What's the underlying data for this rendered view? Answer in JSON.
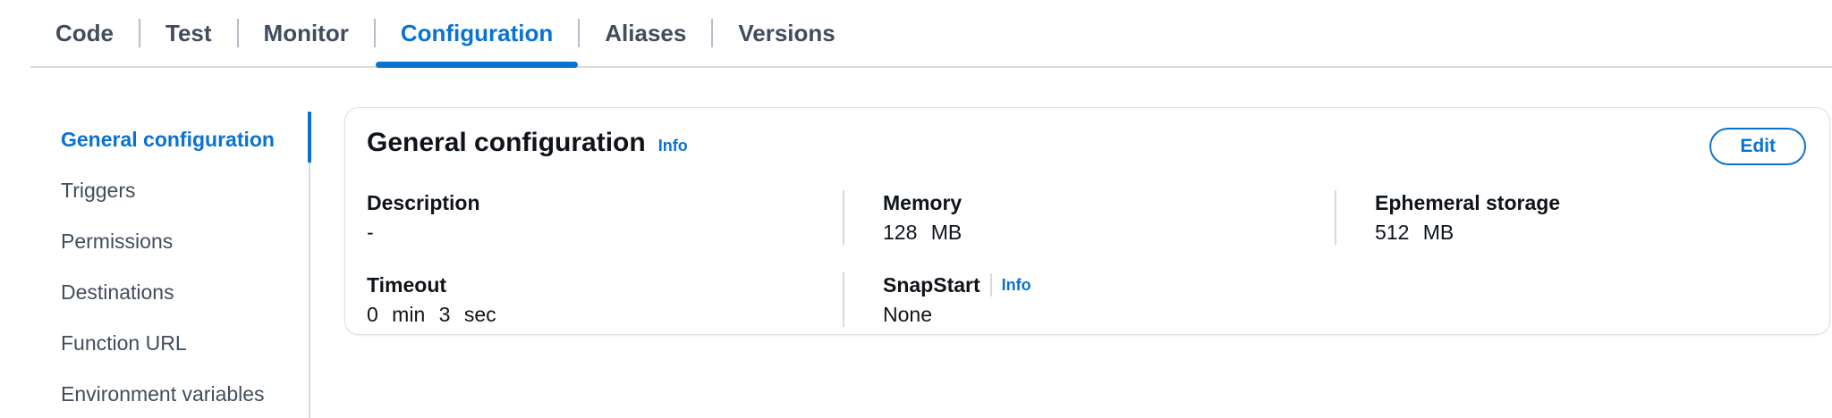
{
  "colors": {
    "accent": "#0972d3",
    "text-dark": "#0f141a",
    "text-secondary": "#414d5c",
    "border-light": "#d5dbdb"
  },
  "tabs": {
    "items": [
      {
        "label": "Code",
        "active": false
      },
      {
        "label": "Test",
        "active": false
      },
      {
        "label": "Monitor",
        "active": false
      },
      {
        "label": "Configuration",
        "active": true
      },
      {
        "label": "Aliases",
        "active": false
      },
      {
        "label": "Versions",
        "active": false
      }
    ]
  },
  "sidebar": {
    "items": [
      {
        "label": "General configuration",
        "active": true
      },
      {
        "label": "Triggers",
        "active": false
      },
      {
        "label": "Permissions",
        "active": false
      },
      {
        "label": "Destinations",
        "active": false
      },
      {
        "label": "Function URL",
        "active": false
      },
      {
        "label": "Environment variables",
        "active": false
      }
    ]
  },
  "panel": {
    "title": "General configuration",
    "info_label": "Info",
    "edit_button_label": "Edit",
    "fields": [
      {
        "label": "Description",
        "value": "-"
      },
      {
        "label": "Memory",
        "value": "128 MB"
      },
      {
        "label": "Ephemeral storage",
        "value": "512 MB"
      },
      {
        "label": "Timeout",
        "value": "0 min 3 sec"
      },
      {
        "label": "SnapStart",
        "info": "Info",
        "value": "None"
      }
    ]
  }
}
